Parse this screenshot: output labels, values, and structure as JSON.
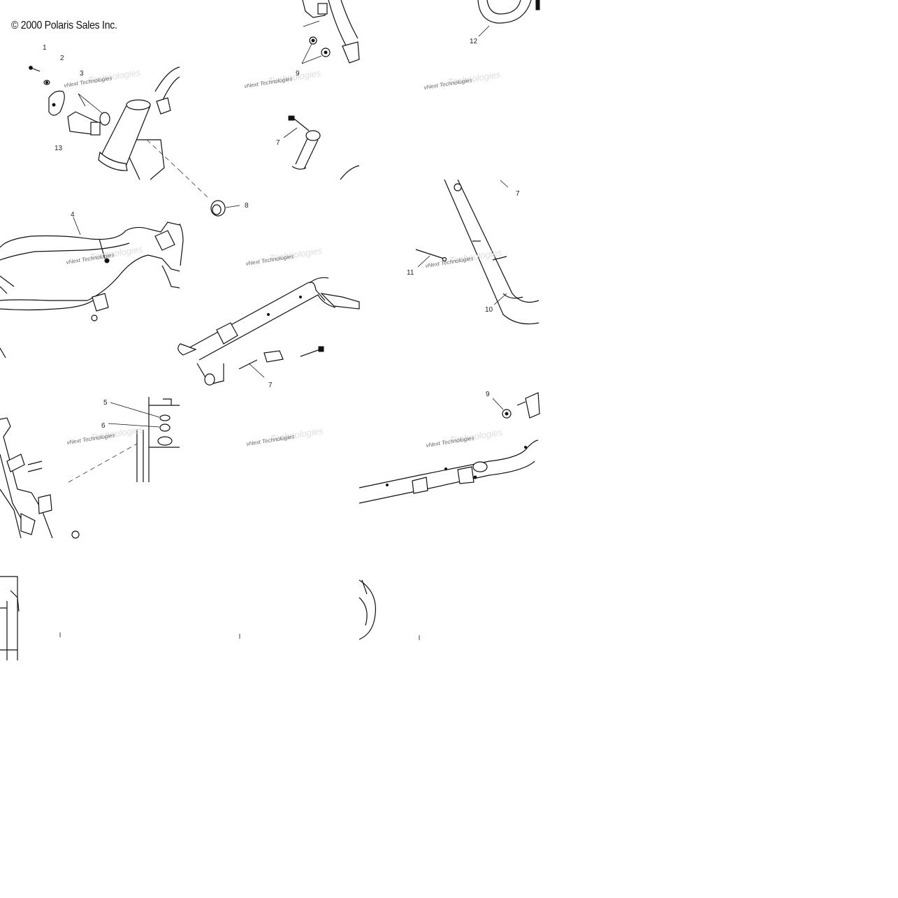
{
  "copyright": "© 2000 Polaris Sales Inc.",
  "watermark": {
    "line1": "vNext Technologies",
    "line2": "Technologies"
  },
  "callouts": {
    "c1": "1",
    "c2": "2",
    "c3": "3",
    "c4": "4",
    "c5": "5",
    "c6": "6",
    "c7a": "7",
    "c7b": "7",
    "c7c": "7",
    "c8": "8",
    "c9a": "9",
    "c9b": "9",
    "c10": "10",
    "c11": "11",
    "c12": "12",
    "c13": "13"
  }
}
